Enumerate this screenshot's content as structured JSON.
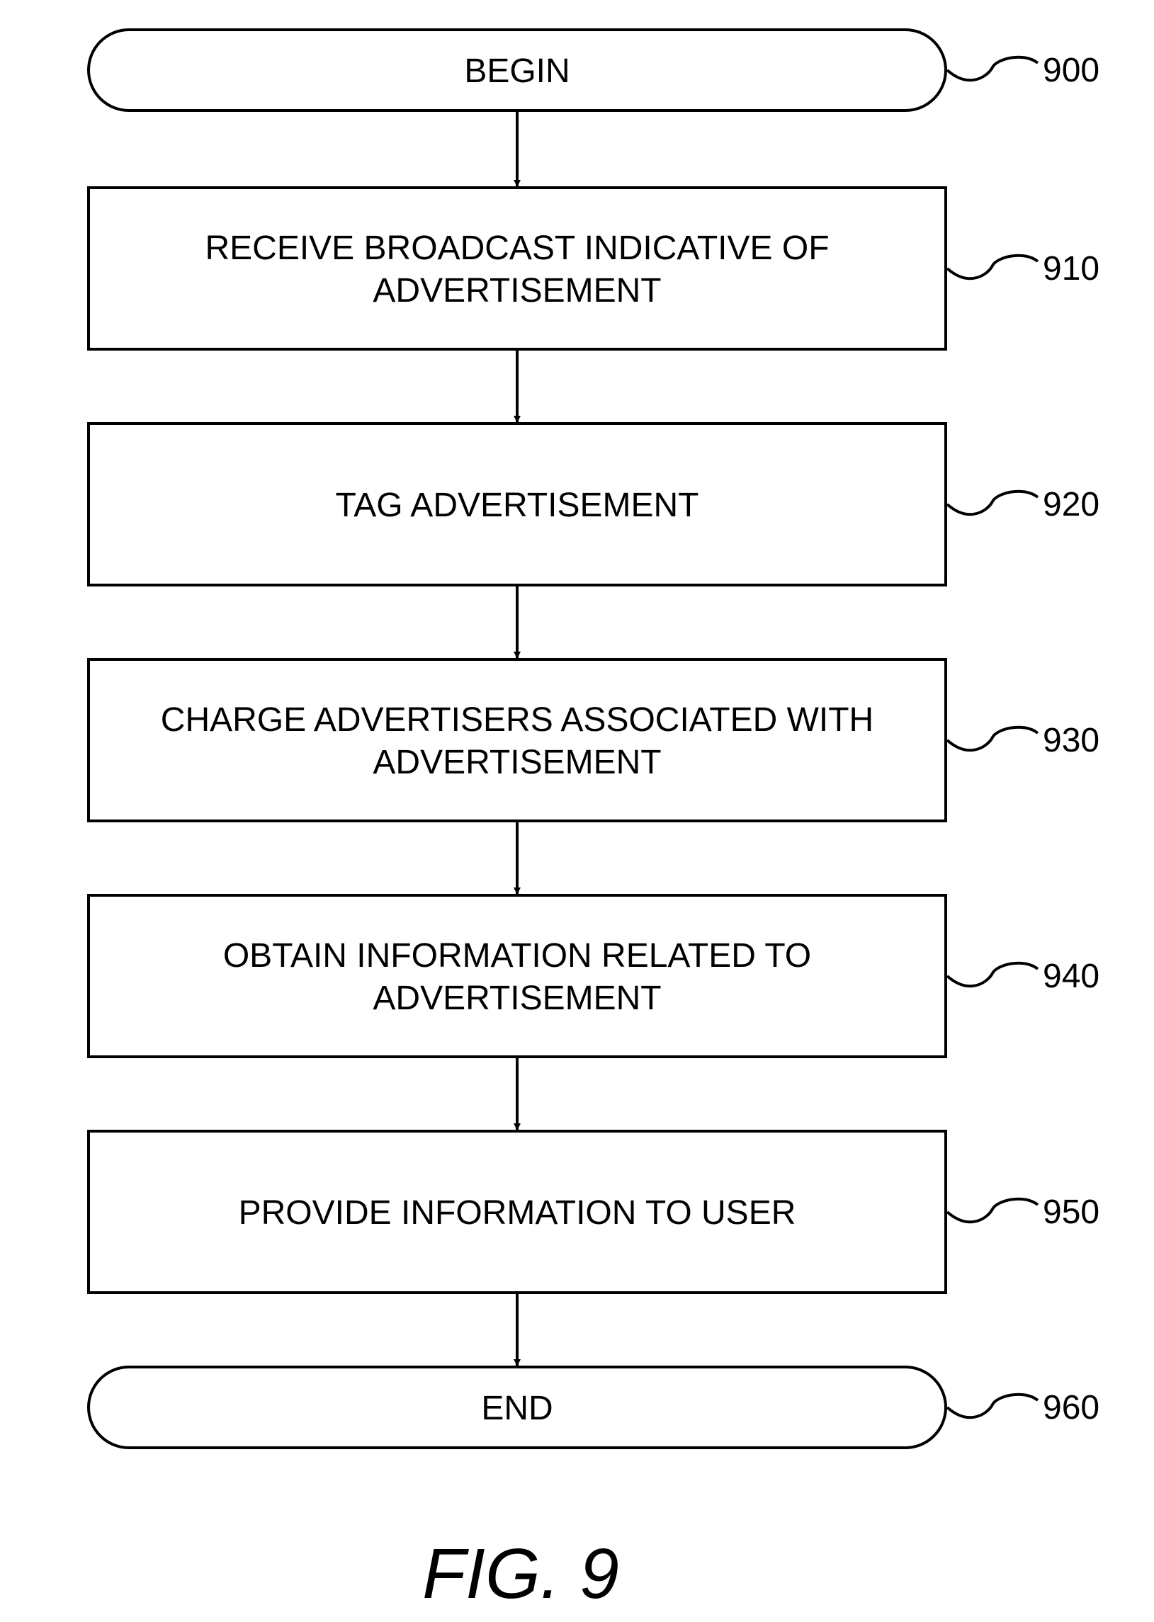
{
  "flowchart": {
    "steps": [
      {
        "kind": "terminal",
        "lines": [
          "BEGIN"
        ],
        "ref": "900"
      },
      {
        "kind": "process",
        "lines": [
          "RECEIVE BROADCAST INDICATIVE OF",
          "ADVERTISEMENT"
        ],
        "ref": "910"
      },
      {
        "kind": "process",
        "lines": [
          "TAG ADVERTISEMENT"
        ],
        "ref": "920"
      },
      {
        "kind": "process",
        "lines": [
          "CHARGE ADVERTISERS ASSOCIATED WITH",
          "ADVERTISEMENT"
        ],
        "ref": "930"
      },
      {
        "kind": "process",
        "lines": [
          "OBTAIN INFORMATION RELATED TO",
          "ADVERTISEMENT"
        ],
        "ref": "940"
      },
      {
        "kind": "process",
        "lines": [
          "PROVIDE INFORMATION TO USER"
        ],
        "ref": "950"
      },
      {
        "kind": "terminal",
        "lines": [
          "END"
        ],
        "ref": "960"
      }
    ]
  },
  "figure_label": "FIG. 9"
}
